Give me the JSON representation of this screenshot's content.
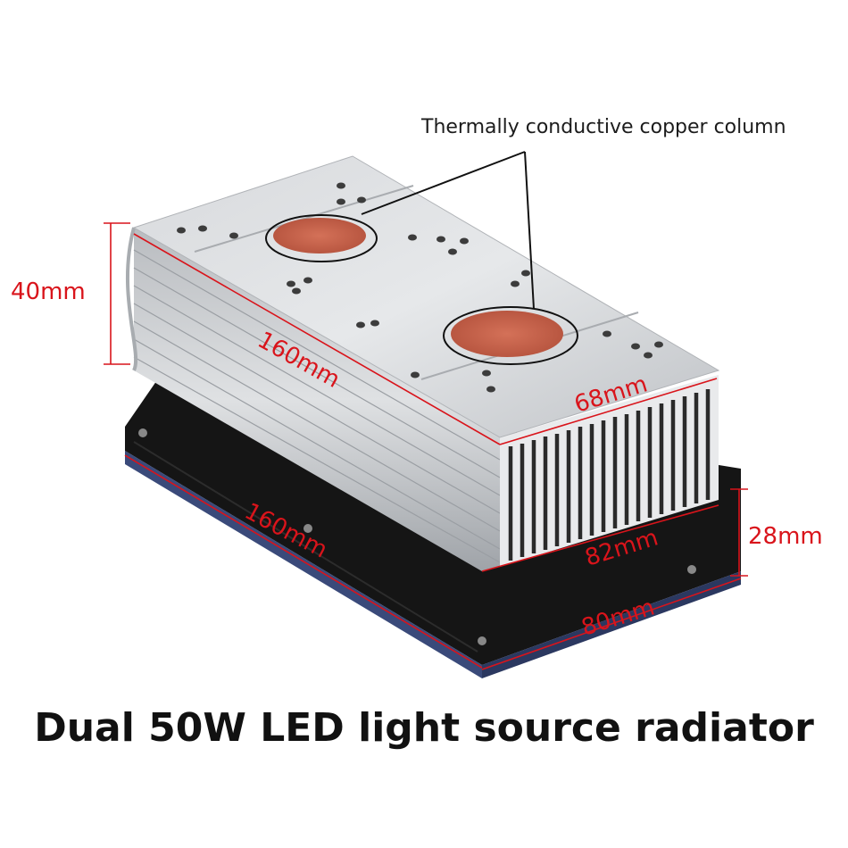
{
  "callout": {
    "text": "Thermally conductive copper column"
  },
  "dimensions": {
    "height_heatsink": "40mm",
    "top_length": "160mm",
    "top_width": "68mm",
    "fan_length": "160mm",
    "base_width": "82mm",
    "fan_height": "28mm",
    "fan_width": "80mm"
  },
  "caption": {
    "text": "Dual 50W LED light source radiator"
  },
  "colors": {
    "dimension_red": "#d9141b",
    "copper": "#c8614a",
    "aluminum": "#c9ccd0",
    "fan_black": "#151515"
  },
  "icons": [
    "heatsink-illustration",
    "copper-column-icon",
    "cooling-fan-icon"
  ]
}
